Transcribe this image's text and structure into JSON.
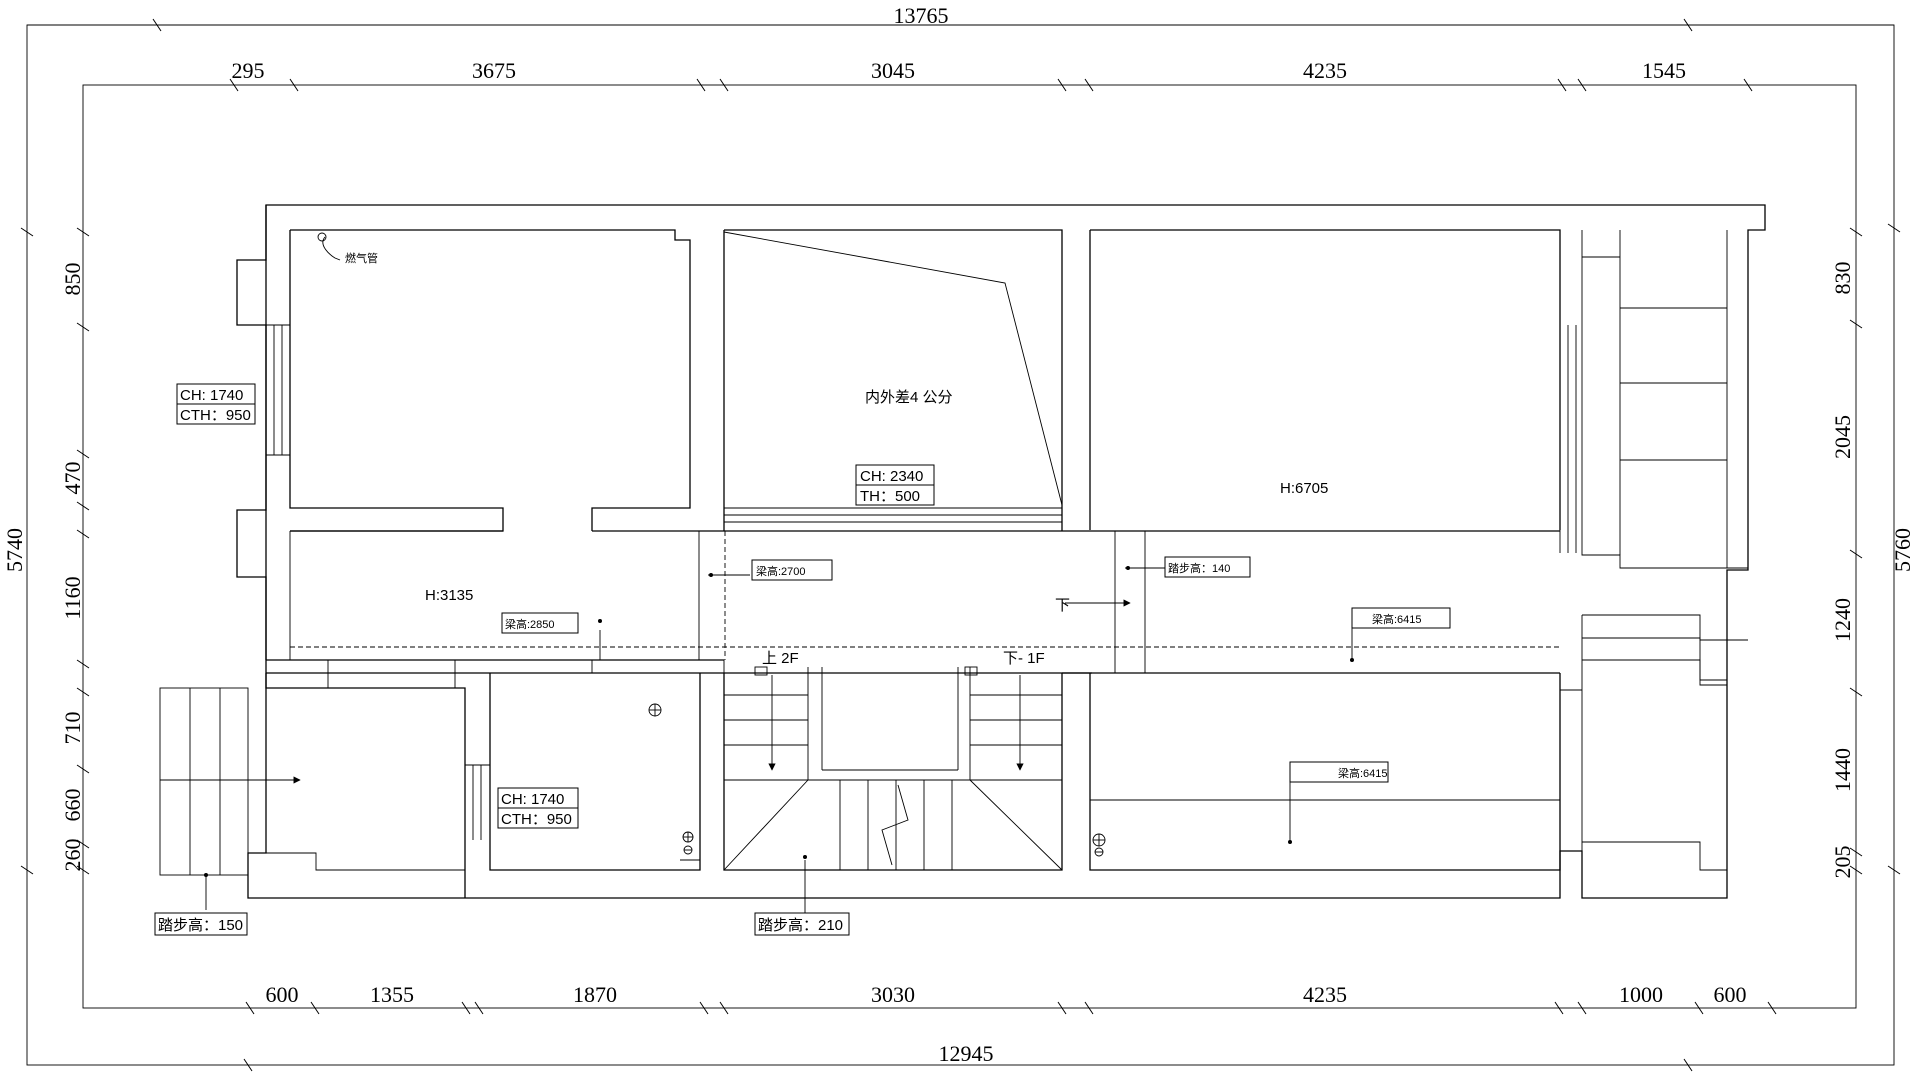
{
  "dimensions": {
    "overall_top": "13765",
    "overall_bottom": "12945",
    "overall_left": "5740",
    "overall_right": "5760",
    "top": [
      "295",
      "3675",
      "3045",
      "4235",
      "1545"
    ],
    "bottom": [
      "600",
      "1355",
      "1870",
      "3030",
      "4235",
      "1000",
      "600"
    ],
    "left": [
      "850",
      "470",
      "1160",
      "710",
      "660",
      "260"
    ],
    "right": [
      "830",
      "2045",
      "1240",
      "1440",
      "205"
    ]
  },
  "labels": {
    "gas_pipe": "燃气管",
    "level_diff": "内外差4 公分",
    "room_height_left": "H:3135",
    "room_height_right": "H:6705",
    "up_2f": "上 2F",
    "down_1f": "下- 1F",
    "down": "下"
  },
  "tags": {
    "ch_left_top_1": "CH: 1740",
    "ch_left_top_2": "CTH：950",
    "ch_center_1": "CH: 2340",
    "ch_center_2": "TH：500",
    "ch_lower_1": "CH: 1740",
    "ch_lower_2": "CTH：950",
    "beam_2700": "梁高:2700",
    "beam_2850": "梁高:2850",
    "beam_6415_a": "梁高:6415",
    "beam_6415_b": "梁高:6415",
    "step_140": "踏步高：140",
    "step_150": "踏步高：150",
    "step_210": "踏步高：210"
  }
}
